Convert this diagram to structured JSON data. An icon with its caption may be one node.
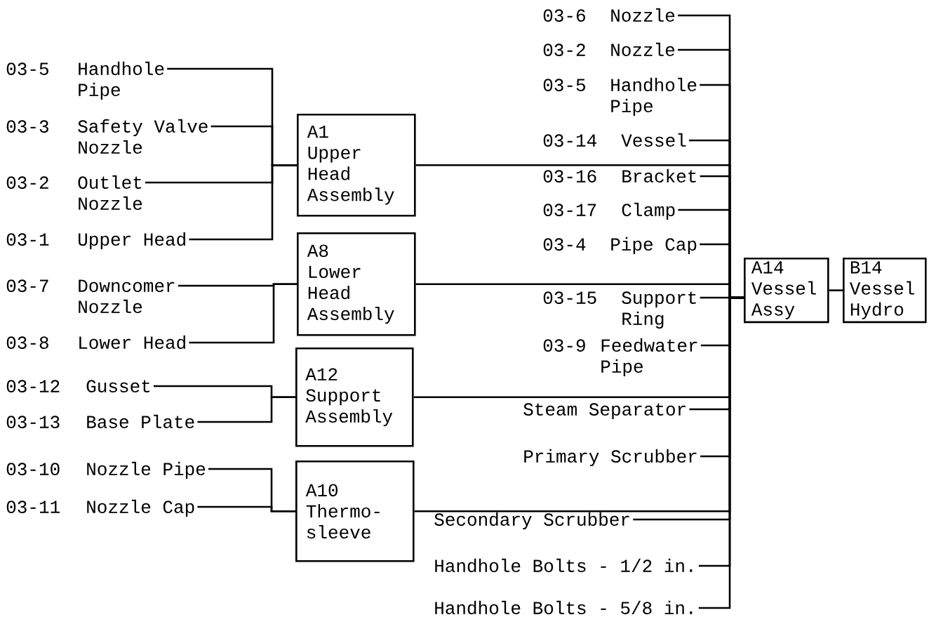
{
  "diagram": {
    "nodes": [
      {
        "text": [
          "03-5",
          "Handhole Pipe"
        ]
      },
      {
        "text": [
          "03-3",
          "Safety Valve Nozzle"
        ]
      },
      {
        "text": [
          "03-2",
          "Outlet Nozzle"
        ]
      },
      {
        "text": [
          "03-1",
          "Upper Head"
        ]
      },
      {
        "text": [
          "03-7",
          "Downcomer Nozzle"
        ]
      },
      {
        "text": [
          "03-8",
          "Lower Head"
        ]
      },
      {
        "text": [
          "03-12",
          "Gusset"
        ]
      },
      {
        "text": [
          "03-13",
          "Base Plate"
        ]
      },
      {
        "text": [
          "03-10",
          "Nozzle Pipe"
        ]
      },
      {
        "text": [
          "03-11",
          "Nozzle Cap"
        ]
      },
      {
        "text": [
          "A1",
          "Upper Head Assembly"
        ]
      },
      {
        "text": [
          "A8",
          "Lower Head Assembly"
        ]
      },
      {
        "text": [
          "A12",
          "Support Assembly"
        ]
      },
      {
        "text": [
          "A10",
          "Thermo-sleeve"
        ]
      },
      {
        "text": [
          "03-6",
          "Nozzle"
        ]
      },
      {
        "text": [
          "03-2",
          "Nozzle"
        ]
      },
      {
        "text": [
          "03-5",
          "Handhole Pipe"
        ]
      },
      {
        "text": [
          "03-14",
          "Vessel"
        ]
      },
      {
        "text": [
          "03-16",
          "Bracket"
        ]
      },
      {
        "text": [
          "03-17",
          "Clamp"
        ]
      },
      {
        "text": [
          "03-4",
          "Pipe Cap"
        ]
      },
      {
        "text": [
          "03-15",
          "Support Ring"
        ]
      },
      {
        "text": [
          "03-9",
          "Feedwater Pipe"
        ]
      },
      {
        "text": [
          "Steam Separator"
        ]
      },
      {
        "text": [
          "Primary Scrubber"
        ]
      },
      {
        "text": [
          "Secondary Scrubber"
        ]
      },
      {
        "text": [
          "Handhole Bolts - 1/2 in."
        ]
      },
      {
        "text": [
          "Handhole Bolts - 5/8 in."
        ]
      },
      {
        "text": [
          "A14",
          "Vessel Assy"
        ]
      },
      {
        "text": [
          "B14",
          "Vessel Hydro"
        ]
      }
    ],
    "edges": [
      {
        "from": 0,
        "to": 10,
        "arrow": "none"
      },
      {
        "from": 1,
        "to": 10,
        "arrow": "none"
      },
      {
        "from": 2,
        "to": 10,
        "arrow": "none"
      },
      {
        "from": 3,
        "to": 10,
        "arrow": "none"
      },
      {
        "from": 4,
        "to": 11,
        "arrow": "none"
      },
      {
        "from": 5,
        "to": 11,
        "arrow": "none"
      },
      {
        "from": 6,
        "to": 12,
        "arrow": "none"
      },
      {
        "from": 7,
        "to": 12,
        "arrow": "none"
      },
      {
        "from": 8,
        "to": 13,
        "arrow": "none"
      },
      {
        "from": 9,
        "to": 13,
        "arrow": "none"
      },
      {
        "from": 14,
        "to": 28,
        "arrow": "none"
      },
      {
        "from": 15,
        "to": 28,
        "arrow": "none"
      },
      {
        "from": 16,
        "to": 28,
        "arrow": "none"
      },
      {
        "from": 17,
        "to": 28,
        "arrow": "none"
      },
      {
        "from": 10,
        "to": 28,
        "arrow": "none"
      },
      {
        "from": 18,
        "to": 28,
        "arrow": "none"
      },
      {
        "from": 19,
        "to": 28,
        "arrow": "none"
      },
      {
        "from": 20,
        "to": 28,
        "arrow": "none"
      },
      {
        "from": 11,
        "to": 28,
        "arrow": "none"
      },
      {
        "from": 21,
        "to": 28,
        "arrow": "none"
      },
      {
        "from": 22,
        "to": 28,
        "arrow": "none"
      },
      {
        "from": 12,
        "to": 28,
        "arrow": "none"
      },
      {
        "from": 23,
        "to": 28,
        "arrow": "none"
      },
      {
        "from": 24,
        "to": 28,
        "arrow": "none"
      },
      {
        "from": 13,
        "to": 28,
        "arrow": "none"
      },
      {
        "from": 25,
        "to": 28,
        "arrow": "none"
      },
      {
        "from": 26,
        "to": 28,
        "arrow": "none"
      },
      {
        "from": 27,
        "to": 28,
        "arrow": "none"
      },
      {
        "from": 28,
        "to": 29,
        "arrow": "none"
      }
    ]
  }
}
